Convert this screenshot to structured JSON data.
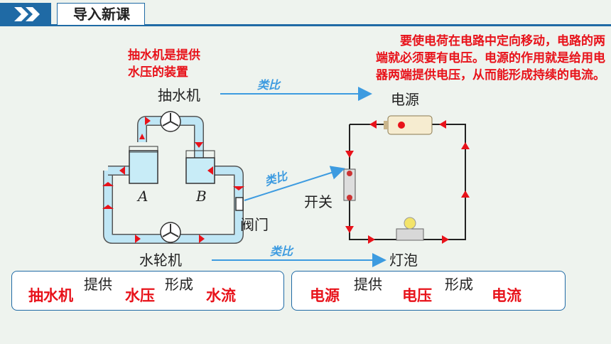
{
  "header": {
    "title": "导入新课"
  },
  "notes": {
    "pump_line1": "抽水机是提供",
    "pump_line2": "水压的装置",
    "power_line1": "要使电荷在电路中定向移动，电路的两",
    "power_line2": "端就必须要有电压。电源的作用就是给用电",
    "power_line3": "器两端提供电压，从而能形成持续的电流。"
  },
  "water_labels": {
    "pump": "抽水机",
    "tank_a": "A",
    "tank_b": "B",
    "valve": "阀门",
    "turbine": "水轮机"
  },
  "circuit_labels": {
    "source": "电源",
    "switch": "开关",
    "bulb": "灯泡"
  },
  "analogy_text": "类比",
  "chains": {
    "water": {
      "a": "抽水机",
      "op1": "提供",
      "b": "水压",
      "op2": "形成",
      "c": "水流"
    },
    "electric": {
      "a": "电源",
      "op1": "提供",
      "b": "电压",
      "op2": "形成",
      "c": "电流"
    }
  },
  "colors": {
    "accent": "#1f6aa5",
    "red": "#e8121a",
    "analogy_blue": "#3d9be0"
  }
}
